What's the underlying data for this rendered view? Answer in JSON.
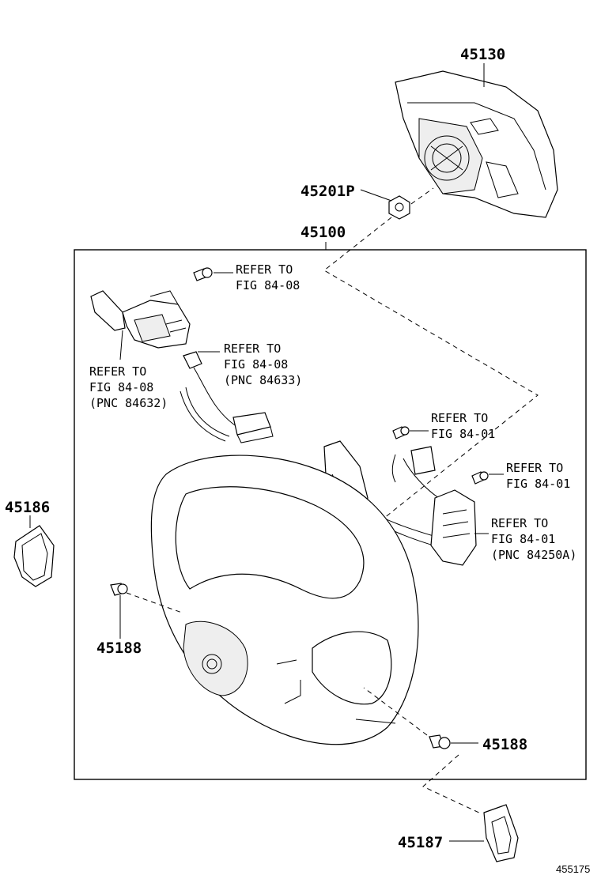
{
  "parts": {
    "p45130": "45130",
    "p45201P": "45201P",
    "p45100": "45100",
    "p45186": "45186",
    "p45188a": "45188",
    "p45188b": "45188",
    "p45187": "45187"
  },
  "refs": {
    "r1": {
      "l1": "REFER TO",
      "l2": "FIG 84-08"
    },
    "r2": {
      "l1": "REFER TO",
      "l2": "FIG 84-08",
      "l3": "(PNC 84633)"
    },
    "r3": {
      "l1": "REFER TO",
      "l2": "FIG 84-08",
      "l3": "(PNC 84632)"
    },
    "r4": {
      "l1": "REFER TO",
      "l2": "FIG 84-01"
    },
    "r5": {
      "l1": "REFER TO",
      "l2": "FIG 84-01"
    },
    "r6": {
      "l1": "REFER TO",
      "l2": "FIG 84-01",
      "l3": "(PNC 84250A)"
    }
  },
  "figure_number": "455175"
}
